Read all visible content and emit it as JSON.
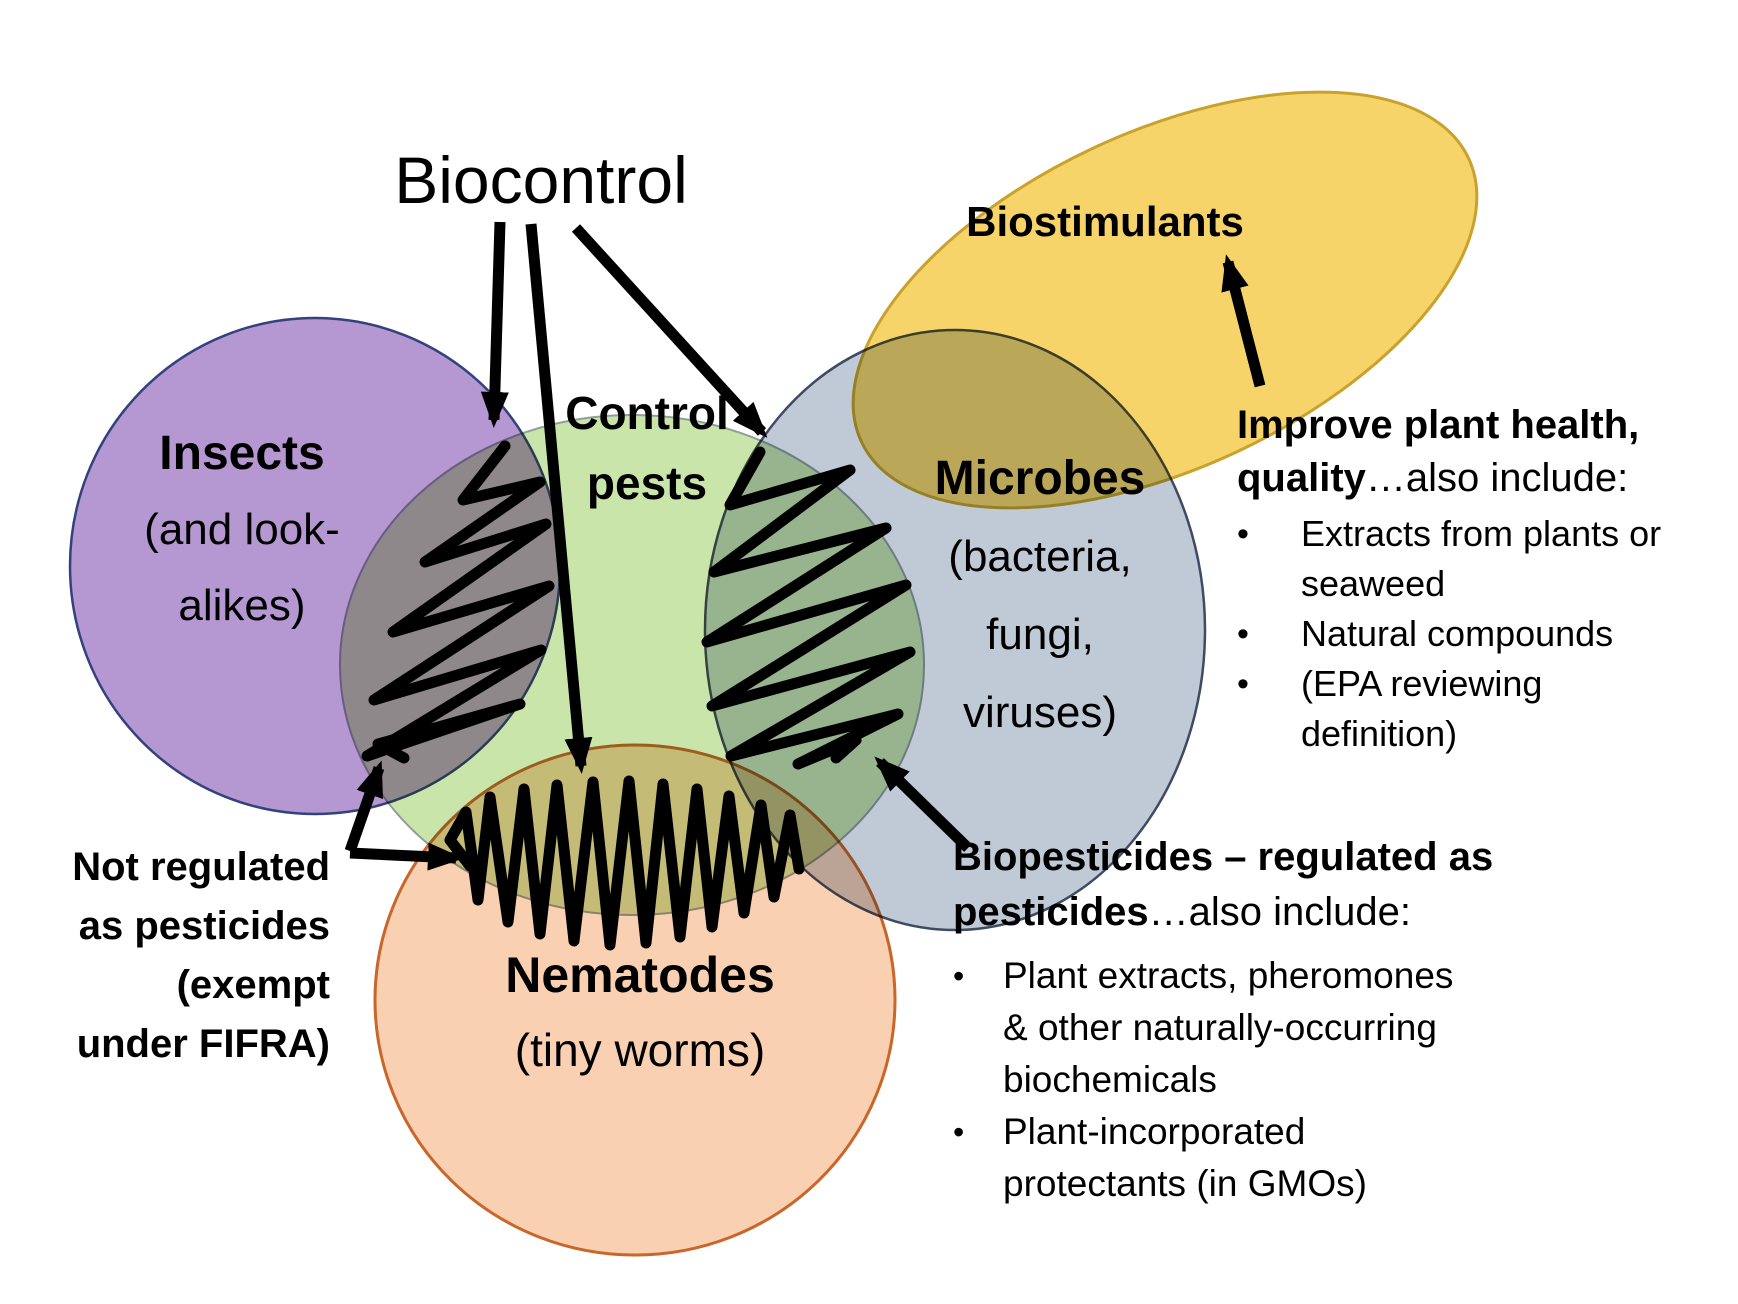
{
  "ui": {
    "bullet": "•"
  },
  "title": "Biocontrol",
  "venn": {
    "insects": {
      "name": "Insects",
      "sub1": "(and look-",
      "sub2": "alikes)",
      "fill": "#b597d1",
      "stroke": "#33427c"
    },
    "control_pests": {
      "line1": "Control",
      "line2": "pests",
      "fill": "#c9e5aa",
      "stroke": "#8f9e9a"
    },
    "microbes": {
      "name": "Microbes",
      "sub1": "(bacteria,",
      "sub2": "fungi,",
      "sub3": "viruses)",
      "fill": "#c0c9d6",
      "stroke": "#3f4a63"
    },
    "nematodes": {
      "name": "Nematodes",
      "sub1": "(tiny worms)",
      "fill": "#f9d0b2",
      "stroke": "#c9662a"
    },
    "biostimulants": {
      "name": "Biostimulants",
      "fill": "#f7d469",
      "stroke": "#c8a22c"
    }
  },
  "notes": {
    "improve": {
      "bold1": "Improve plant health,",
      "bold2": "quality",
      "rest": "…also include:",
      "bullets": [
        "Extracts from plants or seaweed",
        "Natural compounds",
        "(EPA reviewing definition)"
      ]
    },
    "biopesticides": {
      "bold1": "Biopesticides – regulated as",
      "bold2": "pesticides",
      "rest": "…also include:",
      "bullets": [
        "Plant extracts, pheromones & other naturally-occurring biochemicals",
        "Plant-incorporated protectants (in GMOs)"
      ]
    },
    "not_regulated": {
      "text": "Not regulated\nas pesticides\n(exempt\nunder FIFRA)"
    }
  },
  "ink": "#000000"
}
